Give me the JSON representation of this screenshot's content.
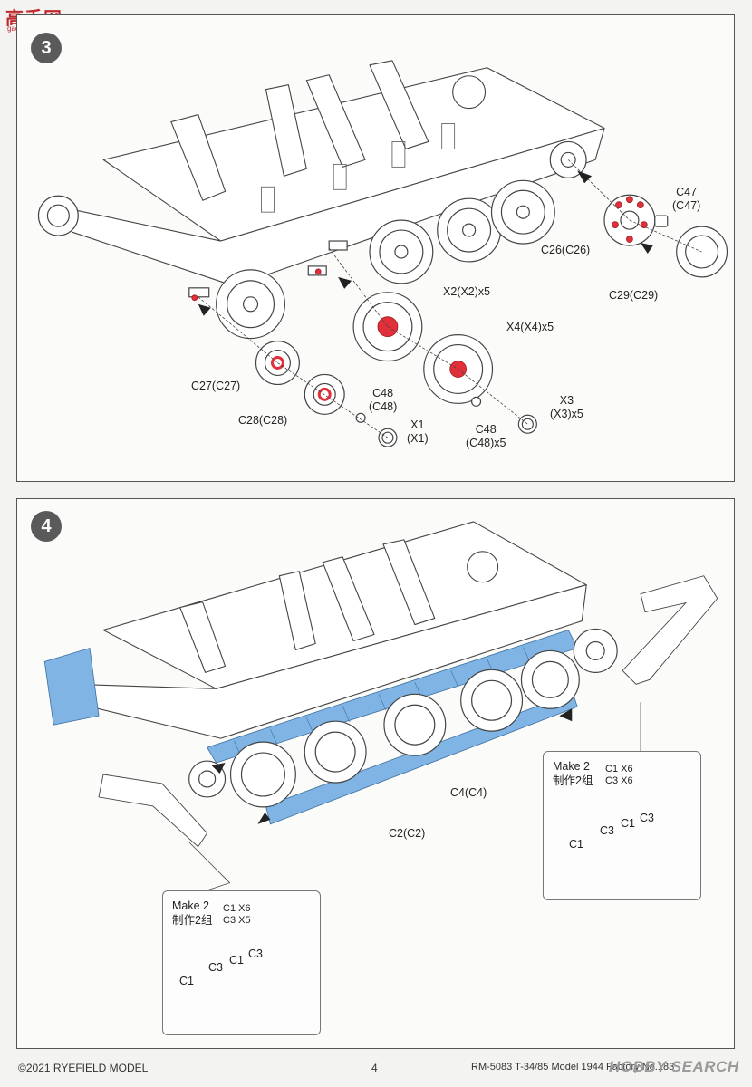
{
  "watermark": {
    "logo_text": "高手网",
    "url_text": "gao-shou.com"
  },
  "step3": {
    "number": "3",
    "labels": {
      "c47": [
        "C47",
        "(C47)"
      ],
      "c26": "C26(C26)",
      "c29": "C29(C29)",
      "x2": "X2(X2)x5",
      "x4": "X4(X4)x5",
      "c27": "C27(C27)",
      "c28": "C28(C28)",
      "c48a": [
        "C48",
        "(C48)"
      ],
      "x1": [
        "X1",
        "(X1)"
      ],
      "c48b": [
        "C48",
        "(C48)x5"
      ],
      "x3": [
        "X3",
        "(X3)x5"
      ]
    }
  },
  "step4": {
    "number": "4",
    "labels": {
      "c4": "C4(C4)",
      "c2": "C2(C2)"
    },
    "inset_right": {
      "make": [
        "Make 2",
        "制作2组"
      ],
      "counts": [
        "C1 X6",
        "C3 X6"
      ],
      "parts": [
        "C1",
        "C3",
        "C1",
        "C3"
      ]
    },
    "inset_left": {
      "make": [
        "Make 2",
        "制作2组"
      ],
      "counts": [
        "C1 X6",
        "C3 X5"
      ],
      "parts": [
        "C1",
        "C3",
        "C1",
        "C3"
      ]
    }
  },
  "footer": {
    "copyright": "©2021 RYEFIELD MODEL",
    "page": "4",
    "model": "RM-5083 T-34/85 Model 1944 Factory No.183",
    "site": "HOBBY SEARCH"
  },
  "colors": {
    "accent_red": "#e0303a",
    "track_blue": "#7fb4e4",
    "badge": "#5a5a5a"
  }
}
